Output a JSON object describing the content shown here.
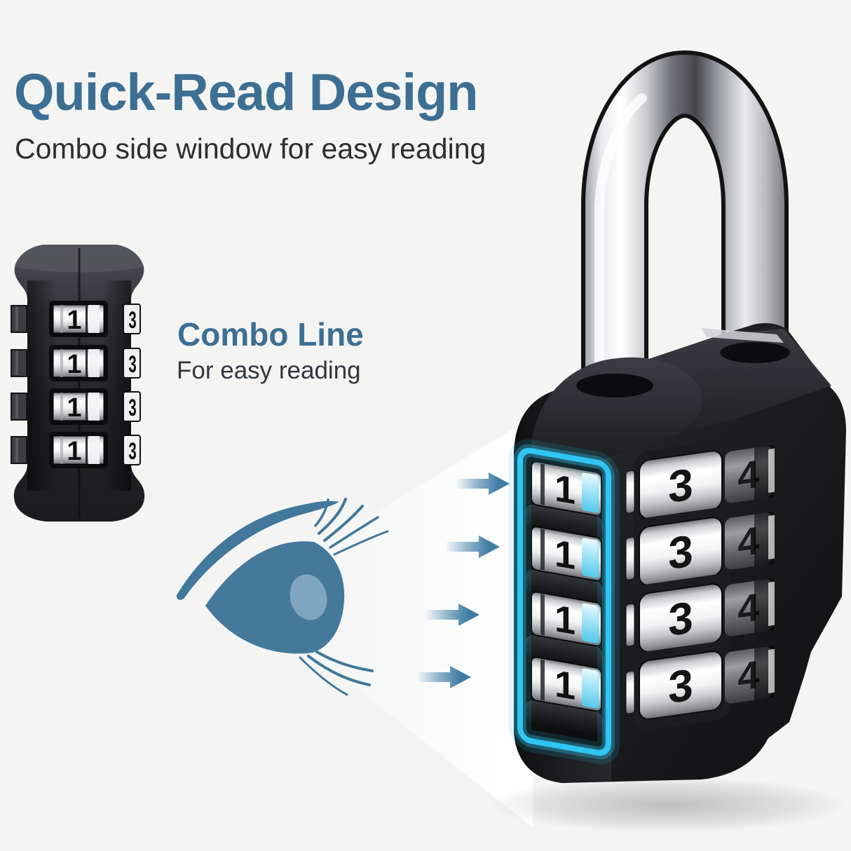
{
  "header": {
    "title": "Quick-Read Design",
    "subtitle": "Combo side window for easy reading"
  },
  "callout": {
    "title": "Combo Line",
    "subtitle": "For easy reading"
  },
  "small_lock": {
    "side_digits": [
      "1",
      "1",
      "1",
      "1"
    ],
    "edge_digits": [
      "3",
      "3",
      "3",
      "3"
    ]
  },
  "large_lock": {
    "window_digits": [
      "1",
      "1",
      "1",
      "1"
    ],
    "dial_digits": [
      "3",
      "3",
      "3",
      "3"
    ],
    "dial_edge_digits": [
      "4",
      "4",
      "4",
      "4"
    ]
  },
  "colors": {
    "heading_blue": "#3c6f93",
    "highlight_cyan": "#2fc6f2",
    "arrow_blue": "#3f7ca4",
    "eye_blue": "#45799c",
    "background": "#f4f5f3",
    "lock_body": "#17181a"
  },
  "icons": {
    "eye": "eye-illustration",
    "arrow": "arrow-right-icon",
    "highlight_box": "combo-window-highlight"
  }
}
